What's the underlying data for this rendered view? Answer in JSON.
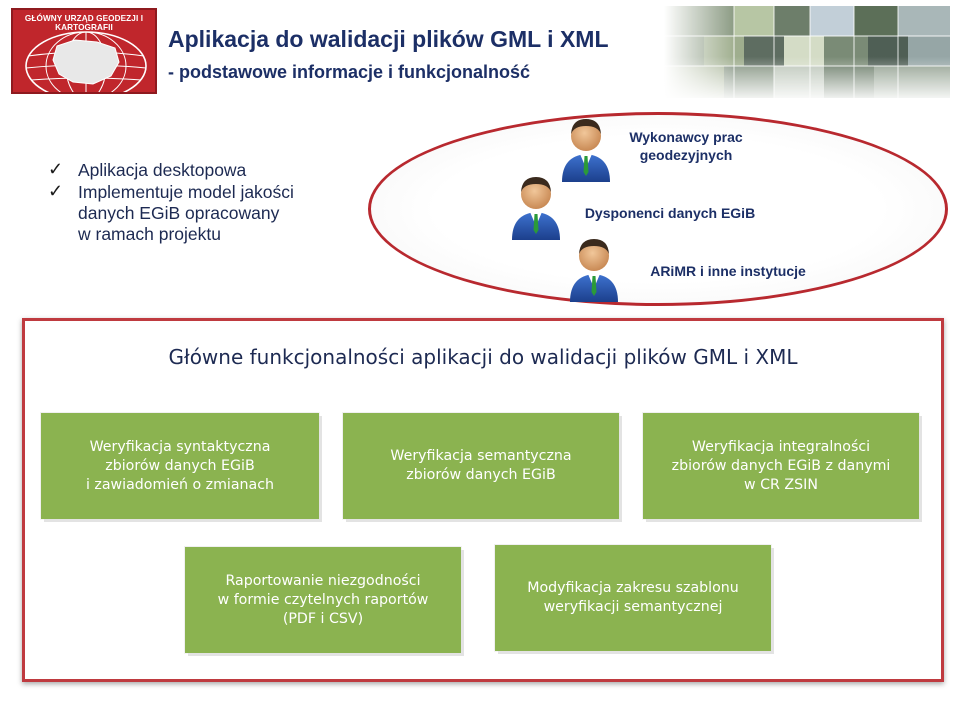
{
  "header": {
    "logo_text": "GŁÓWNY URZĄD GEODEZJI I KARTOGRAFII",
    "title_line1": "Aplikacja do walidacji plików GML i XML",
    "title_line2": "- podstawowe informacje i funkcjonalność"
  },
  "bullets": [
    {
      "lines": [
        "Aplikacja desktopowa"
      ]
    },
    {
      "lines": [
        "Implementuje model jakości",
        "danych EGiB opracowany",
        "w ramach projektu"
      ]
    }
  ],
  "users": [
    {
      "lines": [
        "Wykonawcy prac",
        "geodezyjnych"
      ]
    },
    {
      "lines": [
        "Dysponenci danych EGiB"
      ]
    },
    {
      "lines": [
        "ARiMR i inne instytucje"
      ]
    }
  ],
  "functions": {
    "title": "Główne funkcjonalności aplikacji do walidacji plików GML i XML",
    "cards": [
      {
        "lines": [
          "Weryfikacja syntaktyczna",
          "zbiorów danych EGiB",
          "i zawiadomień o zmianach"
        ]
      },
      {
        "lines": [
          "Weryfikacja semantyczna",
          "zbiorów danych EGiB"
        ]
      },
      {
        "lines": [
          "Weryfikacja integralności",
          "zbiorów danych EGiB z danymi",
          "w CR ZSIN"
        ]
      },
      {
        "lines": [
          "Raportowanie niezgodności",
          "w formie czytelnych raportów",
          "(PDF i CSV)"
        ]
      },
      {
        "lines": [
          "Modyfikacja zakresu szablonu",
          "weryfikacji semantycznej"
        ]
      }
    ]
  },
  "colors": {
    "title": "#1c2f66",
    "accent_red": "#bf3a3f",
    "card_green": "#8bb350"
  },
  "icons": [
    "checkmark-icon",
    "person-icon",
    "gugik-logo",
    "map-mosaic-image"
  ]
}
